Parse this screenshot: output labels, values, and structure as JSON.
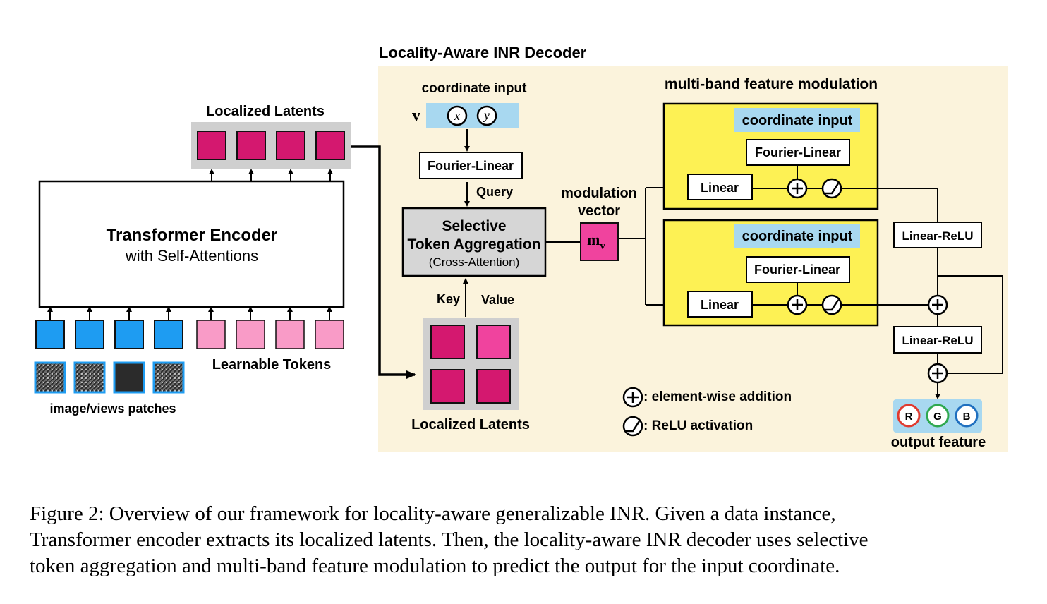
{
  "decoder": {
    "title": "Locality-Aware INR Decoder",
    "coordinate_input_label": "coordinate input",
    "coordinate_symbol": "v",
    "coord_x": "x",
    "coord_y": "y",
    "fourier_linear": "Fourier-Linear",
    "query_label": "Query",
    "selective_line1": "Selective",
    "selective_line2": "Token Aggregation",
    "selective_line3": "(Cross-Attention)",
    "key_label": "Key",
    "value_label": "Value",
    "localized_latents": "Localized Latents",
    "modulation_line1": "modulation",
    "modulation_line2": "vector",
    "mv_main": "m",
    "mv_sub": "v"
  },
  "encoder": {
    "localized_latents": "Localized Latents",
    "title": "Transformer Encoder",
    "subtitle": "with Self-Attentions",
    "learnable_tokens": "Learnable Tokens",
    "image_patches": "image/views patches"
  },
  "modulation": {
    "title": "multi-band feature modulation",
    "band1": {
      "coord": "coordinate input",
      "fourier": "Fourier-Linear",
      "linear": "Linear"
    },
    "band2": {
      "coord": "coordinate input",
      "fourier": "Fourier-Linear",
      "linear": "Linear"
    },
    "linear_relu_1": "Linear-ReLU",
    "linear_relu_2": "Linear-ReLU",
    "output_r": "R",
    "output_g": "G",
    "output_b": "B",
    "output_label": "output feature"
  },
  "legend": {
    "addition": ": element-wise addition",
    "relu": ": ReLU activation"
  },
  "colors": {
    "panel_bg": "#fbf3dc",
    "latent_magenta": "#d4186f",
    "latent_pink": "#f0439e",
    "learnable_token": "#f99bc7",
    "patch_blue": "#1e9cf2",
    "coord_blue": "#a8d8f0",
    "band_yellow": "#fdf154",
    "gray_box": "#cfcfcf",
    "selective_gray": "#d6d6d6",
    "output_r": "#e03a2f",
    "output_g": "#2fa84f",
    "output_b": "#1f6fbf"
  },
  "caption": {
    "line1": "Figure 2: Overview of our framework for locality-aware generalizable INR. Given a data instance,",
    "line2": "Transformer encoder extracts its localized latents. Then, the locality-aware INR decoder uses selective",
    "line3": "token aggregation and multi-band feature modulation to predict the output for the input coordinate."
  }
}
